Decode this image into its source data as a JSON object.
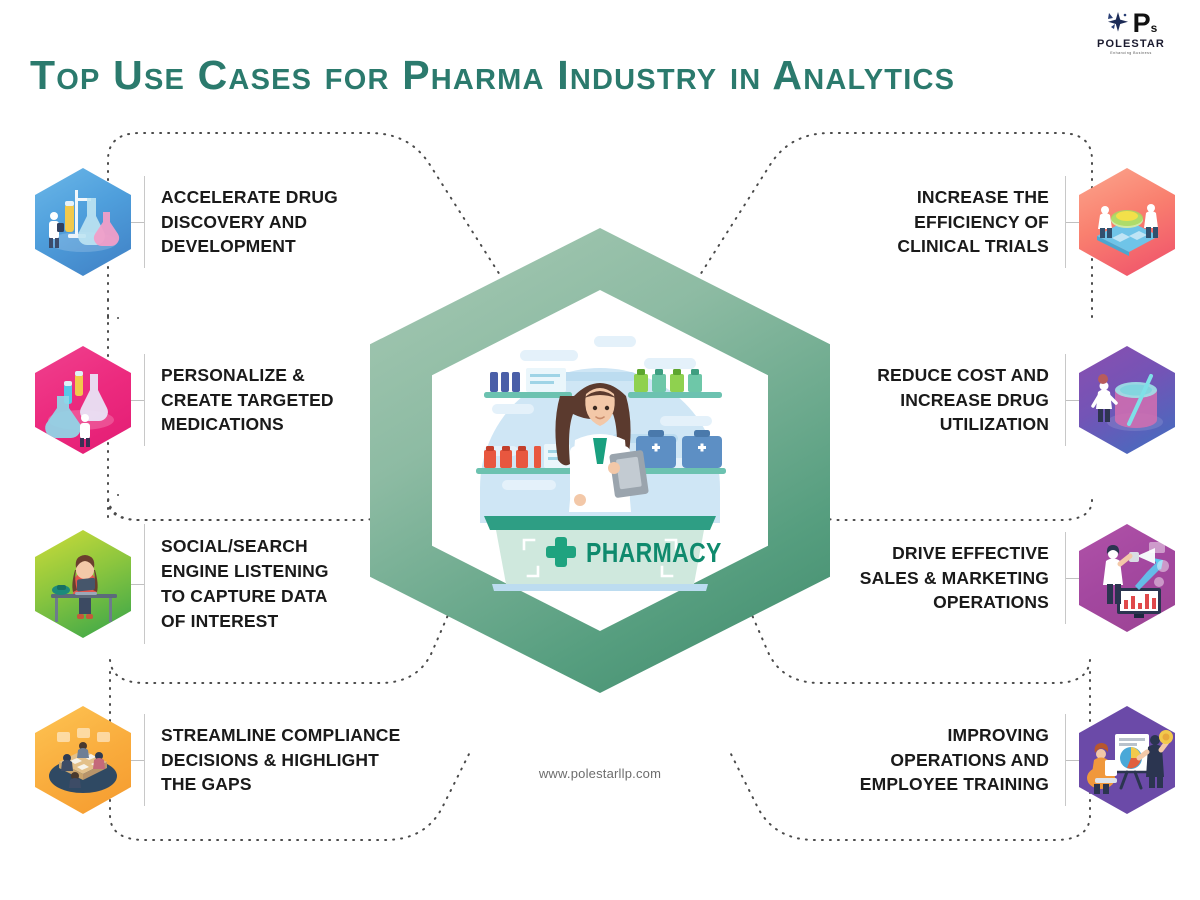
{
  "page": {
    "title": "Top Use Cases for Pharma Industry in Analytics",
    "url": "www.polestarllp.com",
    "title_color": "#2b7a6d",
    "background": "#ffffff"
  },
  "logo": {
    "brand": "POLESTAR",
    "mark_letter": "P",
    "mark_sub": "s",
    "tagline": "Enhancing Business"
  },
  "center": {
    "sign_text": "PHARMACY",
    "accent": "#2e9e84"
  },
  "left_items": [
    {
      "label": "ACCELERATE DRUG DISCOVERY AND DEVELOPMENT",
      "lines": [
        "ACCELERATE DRUG",
        "DISCOVERY AND",
        "DEVELOPMENT"
      ],
      "icon": "lab-flasks-icon",
      "color": "#4f9fdc"
    },
    {
      "label": "PERSONALIZE & CREATE TARGETED MEDICATIONS",
      "lines": [
        "PERSONALIZE &",
        "CREATE TARGETED",
        "MEDICATIONS"
      ],
      "icon": "beakers-icon",
      "color": "#ec2a7e"
    },
    {
      "label": "SOCIAL/SEARCH ENGINE LISTENING TO CAPTURE DATA OF INTEREST",
      "lines": [
        "SOCIAL/SEARCH",
        "ENGINE LISTENING",
        "TO CAPTURE DATA",
        "OF INTEREST"
      ],
      "icon": "desk-worker-icon",
      "color": "#8cc63e"
    },
    {
      "label": "STREAMLINE COMPLIANCE DECISIONS & HIGHLIGHT THE GAPS",
      "lines": [
        "STREAMLINE COMPLIANCE",
        "DECISIONS & HIGHLIGHT",
        "THE GAPS"
      ],
      "icon": "meeting-table-icon",
      "color": "#f9ab3c"
    }
  ],
  "right_items": [
    {
      "label": "INCREASE THE EFFICIENCY OF CLINICAL TRIALS",
      "lines": [
        "INCREASE THE",
        "EFFICIENCY OF",
        "CLINICAL TRIALS"
      ],
      "icon": "clinical-trial-icon",
      "color": "#f9806f"
    },
    {
      "label": "REDUCE COST AND INCREASE DRUG UTILIZATION",
      "lines": [
        "REDUCE COST AND",
        "INCREASE DRUG",
        "UTILIZATION"
      ],
      "icon": "drug-vat-icon",
      "color": "#7354b6"
    },
    {
      "label": "DRIVE EFFECTIVE SALES & MARKETING OPERATIONS",
      "lines": [
        "DRIVE EFFECTIVE",
        "SALES & MARKETING",
        "OPERATIONS"
      ],
      "icon": "megaphone-growth-icon",
      "color": "#a3479f"
    },
    {
      "label": "IMPROVING OPERATIONS AND EMPLOYEE TRAINING",
      "lines": [
        "IMPROVING",
        "OPERATIONS AND",
        "EMPLOYEE TRAINING"
      ],
      "icon": "presentation-training-icon",
      "color": "#6b4aa8"
    }
  ]
}
